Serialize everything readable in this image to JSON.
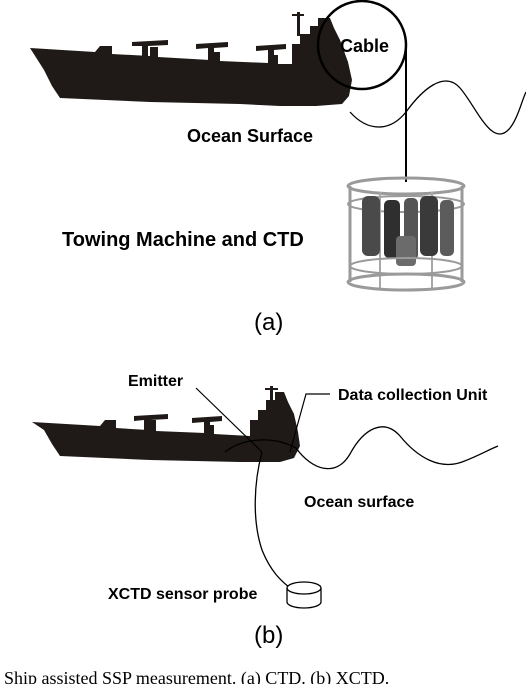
{
  "panel_a": {
    "cable_label": "Cable",
    "surface_label": "Ocean Surface",
    "device_label": "Towing Machine and CTD",
    "panel_label": "(a)"
  },
  "panel_b": {
    "emitter_label": "Emitter",
    "data_unit_label": "Data collection Unit",
    "surface_label": "Ocean surface",
    "probe_label": "XCTD sensor probe",
    "panel_label": "(b)"
  },
  "caption": "Ship assisted SSP measurement. (a) CTD. (b) XCTD."
}
